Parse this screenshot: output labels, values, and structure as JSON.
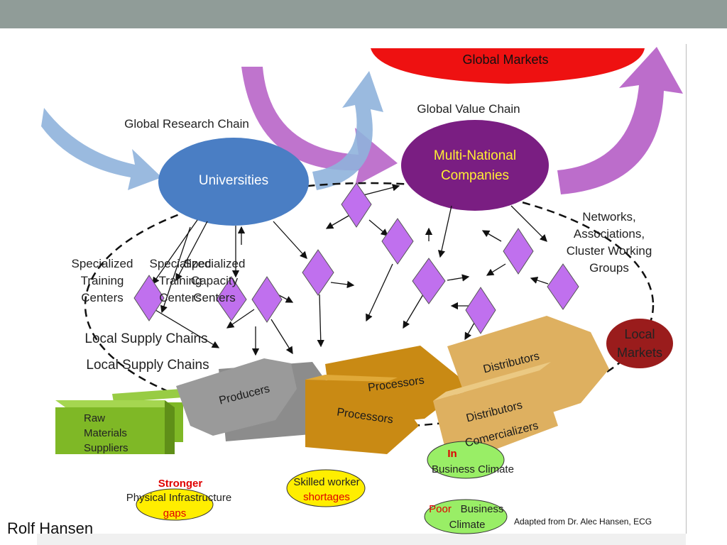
{
  "diagram": {
    "global_markets": "Global Markets",
    "global_value_chain": "Global Value Chain",
    "global_research_chain": "Global Research Chain",
    "universities": "Universities",
    "multinational_line1": "Multi-National",
    "multinational_line2": "Companies",
    "networks": [
      "Networks,",
      "Associations,",
      "Cluster Working",
      "Groups"
    ],
    "specialized_training_1": [
      "Specialized",
      "Training",
      "Centers"
    ],
    "specialized_training_2": [
      "Specialized",
      "Training",
      "Centers"
    ],
    "specialized_capacity": [
      "Specialized",
      "Capacity",
      "Centers"
    ],
    "local_supply_chains": "Local Supply Chains",
    "local_markets": [
      "Local",
      "Markets"
    ],
    "raw_materials": [
      "Raw",
      "Materials",
      "Suppliers"
    ],
    "producers": "Producers",
    "processors": "Processors",
    "distributors": "Distributors",
    "comercializers": "Comercializers",
    "stronger": "Stronger",
    "physical_infrastructure": "Physical Infrastructure",
    "gaps": "gaps",
    "skilled_worker": "Skilled worker",
    "shortages": "shortages",
    "improved_business_climate": "Business Climate",
    "improved_prefix": "In",
    "poor": "Poor",
    "business": "Business",
    "climate": "Climate",
    "credit": "Adapted from Dr. Alec Hansen, ECG",
    "author": "Rolf Hansen"
  },
  "colors": {
    "header": "#909c98",
    "universities": "#4a7ec4",
    "multinational": "#7a1e82",
    "global_markets": "#ee1111",
    "local_markets": "#9a1c1c",
    "diamond": "#c070ee",
    "producer_box": "#9a9a9a",
    "processor_box": "#c98a14",
    "distributor_box": "#deb060",
    "raw_box": "#7fb826",
    "bubble_yellow": "#ffee00",
    "bubble_green": "#99ee66",
    "blue_arrow": "#8fb2dc",
    "purple_arrow": "#b865c8"
  }
}
